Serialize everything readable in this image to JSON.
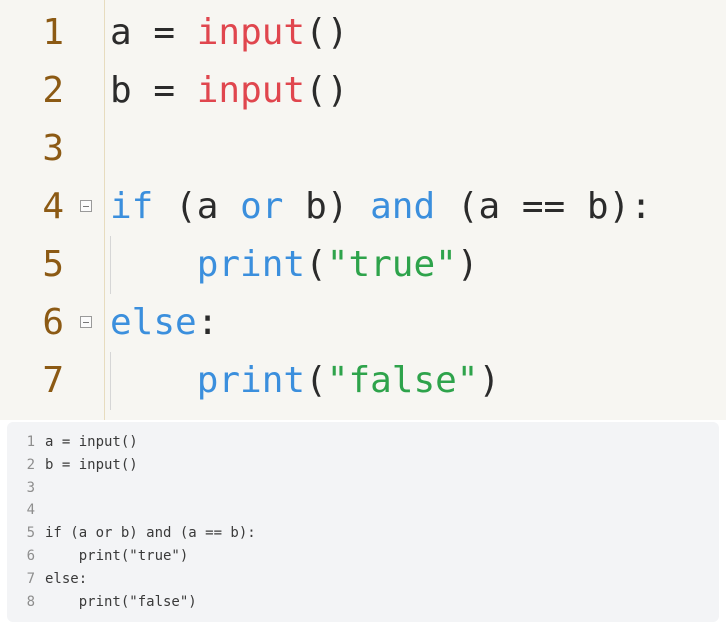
{
  "big_editor": {
    "lines": [
      {
        "num": "1",
        "tokens": [
          {
            "t": "a",
            "c": "var"
          },
          {
            "t": " = ",
            "c": "op"
          },
          {
            "t": "input",
            "c": "fn"
          },
          {
            "t": "()",
            "c": "punc"
          }
        ]
      },
      {
        "num": "2",
        "tokens": [
          {
            "t": "b",
            "c": "var"
          },
          {
            "t": " = ",
            "c": "op"
          },
          {
            "t": "input",
            "c": "fn"
          },
          {
            "t": "()",
            "c": "punc"
          }
        ]
      },
      {
        "num": "3",
        "tokens": []
      },
      {
        "num": "4",
        "fold": true,
        "tokens": [
          {
            "t": "if",
            "c": "kw"
          },
          {
            "t": " (a ",
            "c": "var"
          },
          {
            "t": "or",
            "c": "kw"
          },
          {
            "t": " b) ",
            "c": "var"
          },
          {
            "t": "and",
            "c": "kw"
          },
          {
            "t": " (a == b):",
            "c": "var"
          }
        ]
      },
      {
        "num": "5",
        "guide": true,
        "tokens": [
          {
            "t": "    ",
            "c": "var"
          },
          {
            "t": "print",
            "c": "kw"
          },
          {
            "t": "(",
            "c": "punc"
          },
          {
            "t": "\"true\"",
            "c": "str"
          },
          {
            "t": ")",
            "c": "punc"
          }
        ]
      },
      {
        "num": "6",
        "fold": true,
        "tokens": [
          {
            "t": "else",
            "c": "kw"
          },
          {
            "t": ":",
            "c": "punc"
          }
        ]
      },
      {
        "num": "7",
        "guide": true,
        "tokens": [
          {
            "t": "    ",
            "c": "var"
          },
          {
            "t": "print",
            "c": "kw"
          },
          {
            "t": "(",
            "c": "punc"
          },
          {
            "t": "\"false\"",
            "c": "str"
          },
          {
            "t": ")",
            "c": "punc"
          }
        ]
      }
    ]
  },
  "small_editor": {
    "lines": [
      {
        "num": "1",
        "text": "a = input()"
      },
      {
        "num": "2",
        "text": "b = input()"
      },
      {
        "num": "3",
        "text": ""
      },
      {
        "num": "4",
        "text": ""
      },
      {
        "num": "5",
        "text": "if (a or b) and (a == b):"
      },
      {
        "num": "6",
        "text": "    print(\"true\")"
      },
      {
        "num": "7",
        "text": "else:"
      },
      {
        "num": "8",
        "text": "    print(\"false\")"
      }
    ]
  },
  "colors": {
    "keyword": "#3b8fdd",
    "function": "#e0464e",
    "string": "#2ea34b",
    "line_number": "#8c5a14",
    "editor_bg": "#f7f6f2"
  }
}
